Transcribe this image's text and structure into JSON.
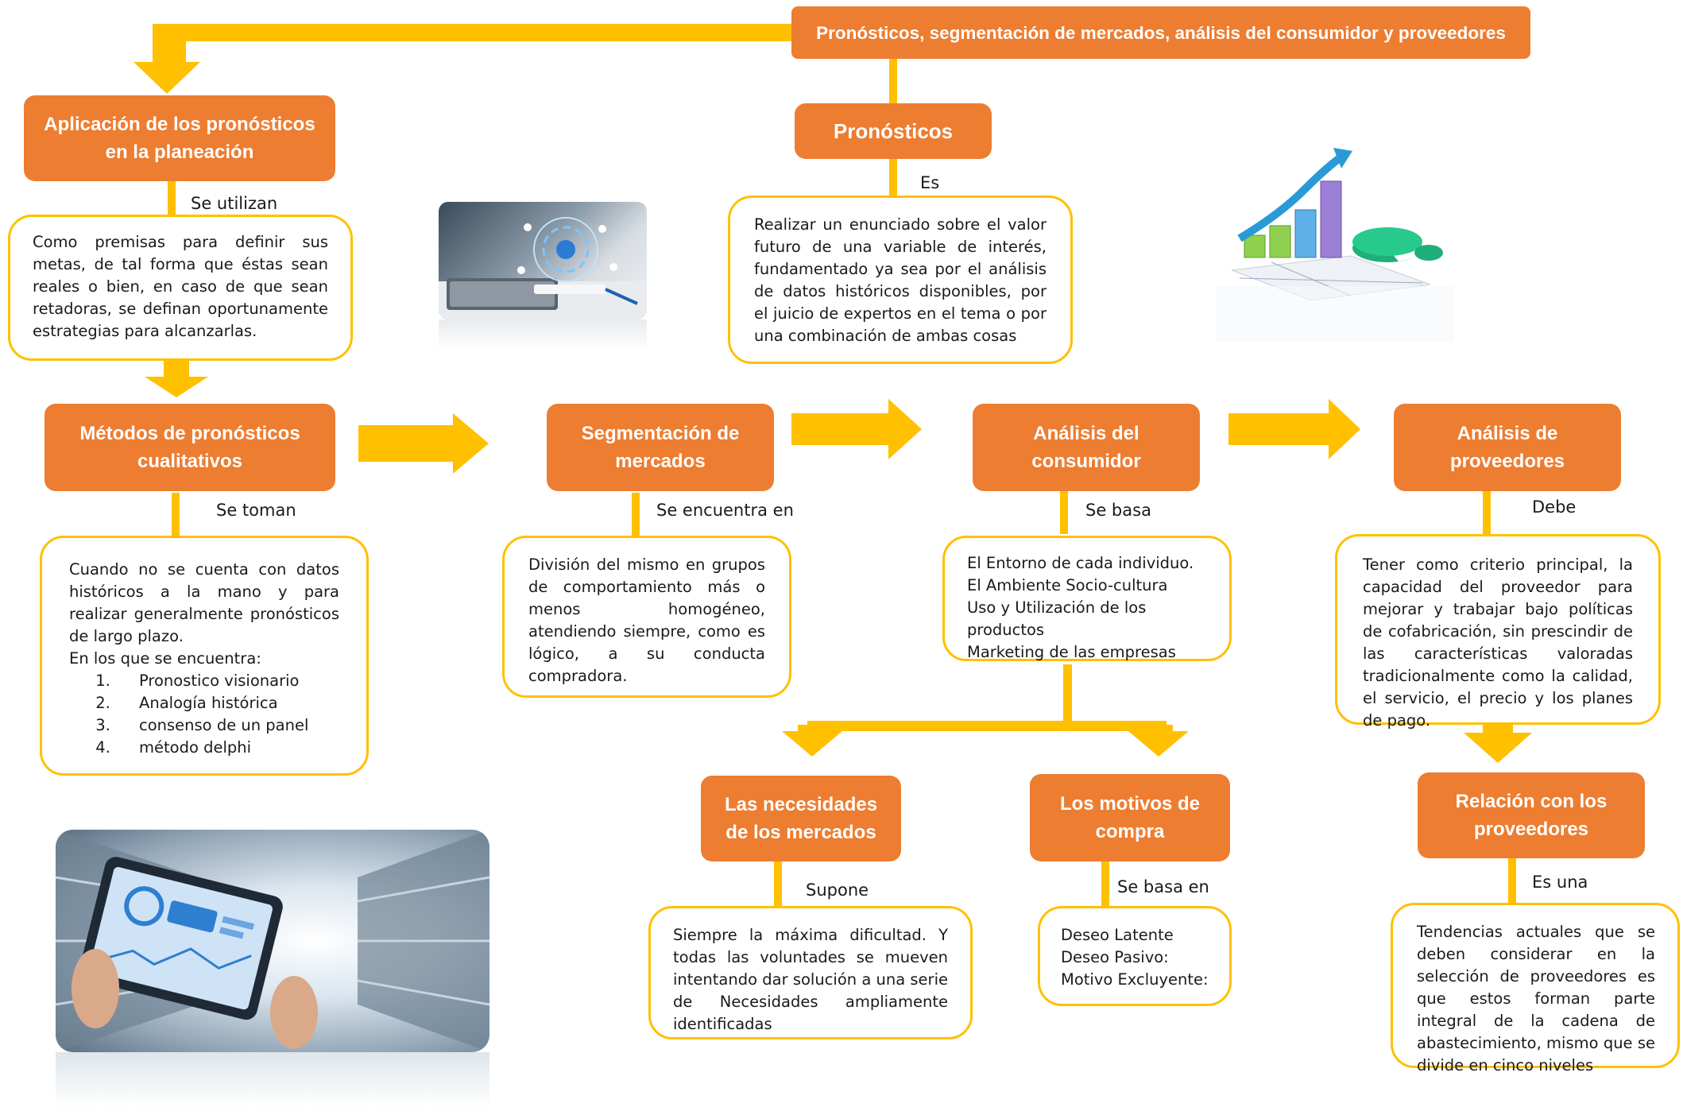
{
  "colors": {
    "orange": "#ed7d31",
    "yellow": "#ffc000",
    "text": "#1a1a1a"
  },
  "title": "Pronósticos, segmentación de mercados, análisis del consumidor y proveedores",
  "pronosticos": {
    "title": "Pronósticos",
    "link": "Es",
    "text": "Realizar un enunciado sobre el valor futuro de una variable de interés, fundamentado ya sea por el análisis de datos históricos disponibles, por el juicio de expertos en el tema o por una combinación de ambas cosas"
  },
  "aplicacion": {
    "title": "Aplicación de los pronósticos en la planeación",
    "link": "Se utilizan",
    "text": "Como premisas para definir sus metas, de tal forma que éstas sean reales o bien, en caso de que sean retadoras, se definan oportunamente estrategias para alcanzarlas."
  },
  "metodos": {
    "title": "Métodos de pronósticos cualitativos",
    "link": "Se toman",
    "text": "Cuando no se cuenta con datos históricos a la mano y para realizar generalmente pronósticos de largo plazo.",
    "subtext": "En los que se encuentra:",
    "items": [
      "Pronostico visionario",
      "Analogía histórica",
      "consenso de un panel",
      "método delphi"
    ]
  },
  "segmentacion": {
    "title": "Segmentación de mercados",
    "link": "Se encuentra en",
    "text": "División del mismo en grupos de comportamiento más o menos homogéneo, atendiendo siempre, como es lógico, a su conducta compradora."
  },
  "consumidor": {
    "title": "Análisis del consumidor",
    "link": "Se basa",
    "lines": [
      "El Entorno de cada individuo.",
      "El Ambiente Socio-cultura",
      "Uso y Utilización de los productos",
      "Marketing de las empresas"
    ]
  },
  "proveedores": {
    "title": "Análisis de proveedores",
    "link": "Debe",
    "text": "Tener como criterio principal, la capacidad del proveedor para mejorar y trabajar bajo políticas de cofabricación, sin prescindir de las características valoradas tradicionalmente como la calidad, el servicio, el precio y los planes de pago."
  },
  "necesidades": {
    "title": "Las necesidades de los mercados",
    "link": "Supone",
    "text": "Siempre la máxima dificultad. Y todas las voluntades se mueven intentando dar solución a una serie de Necesidades ampliamente identificadas"
  },
  "motivos": {
    "title": "Los motivos de compra",
    "link": "Se basa en",
    "lines": [
      "Deseo Latente",
      "Deseo Pasivo:",
      "Motivo Excluyente:"
    ]
  },
  "relacion": {
    "title": "Relación con los proveedores",
    "link": "Es una",
    "text": "Tendencias actuales que se deben considerar en la selección de proveedores es que estos forman parte integral de la cadena de abastecimiento, mismo que se divide en cinco niveles"
  },
  "images": [
    "laptop-analytics-photo",
    "3d-charts-illustration",
    "warehouse-tablet-photo"
  ]
}
